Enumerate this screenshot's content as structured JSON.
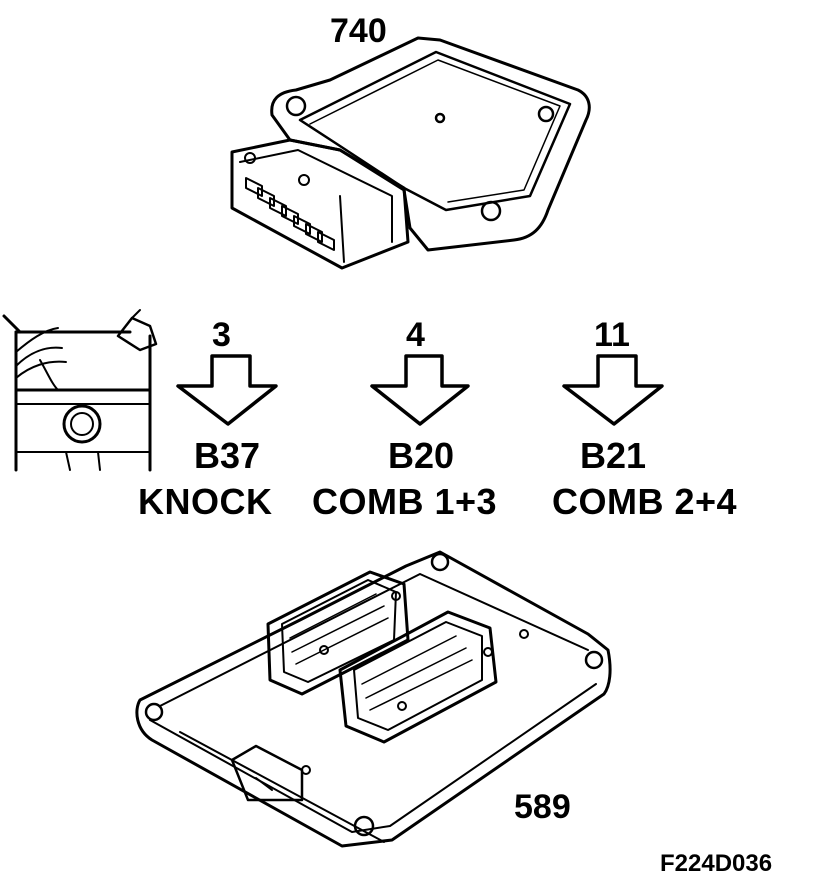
{
  "parts": {
    "ignition_module_number": "740",
    "ecu_number": "589"
  },
  "signals": [
    {
      "pin": "3",
      "code": "B37",
      "description": "KNOCK"
    },
    {
      "pin": "4",
      "code": "B20",
      "description": "COMB 1+3"
    },
    {
      "pin": "11",
      "code": "B21",
      "description": "COMB 2+4"
    }
  ],
  "figure_ref": "F224D036",
  "icons": {
    "ignition_module": "ignition-module-icon",
    "ecu": "control-unit-icon",
    "sensor": "knock-sensor-icon",
    "arrow": "down-arrow-icon"
  },
  "colors": {
    "line": "#000000",
    "background": "#ffffff"
  }
}
